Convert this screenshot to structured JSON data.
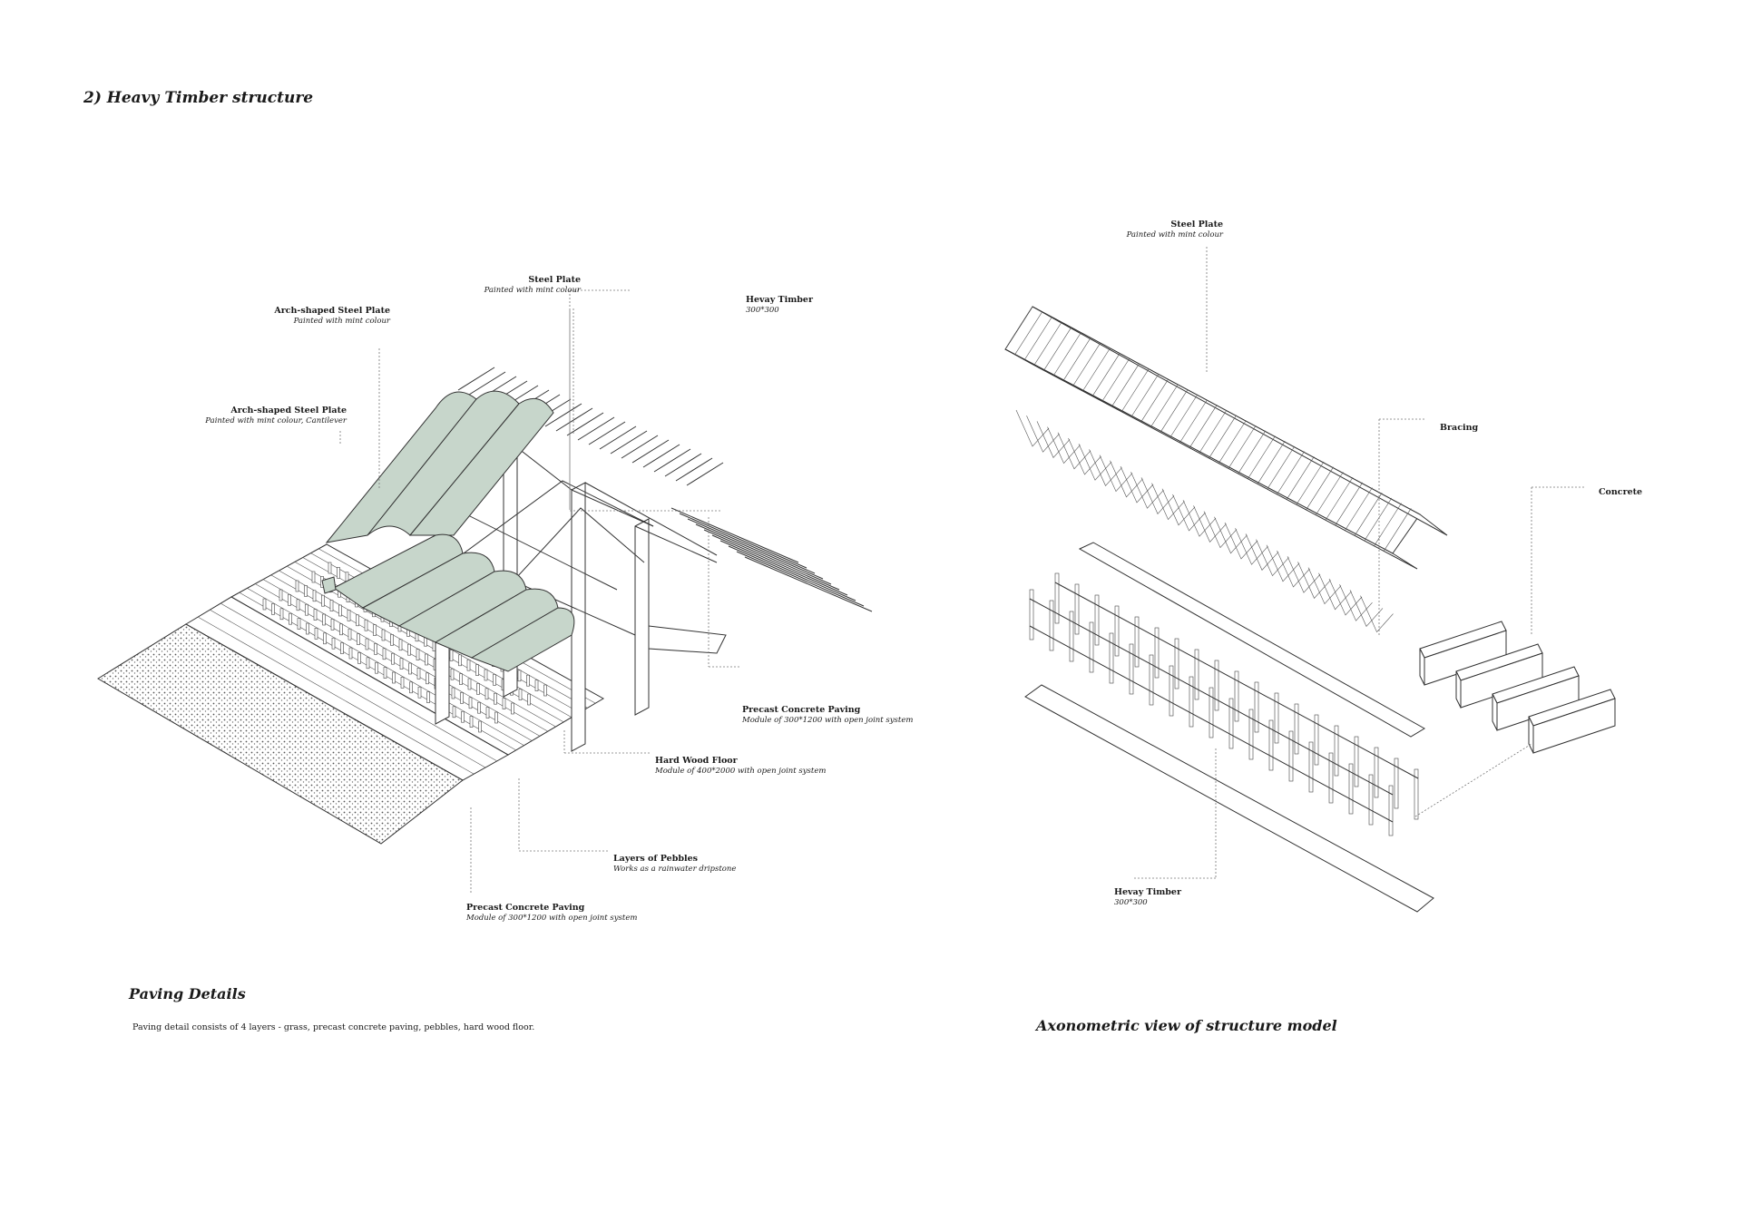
{
  "page": {
    "title": "2) Heavy Timber structure"
  },
  "left_diagram": {
    "labels": [
      {
        "title": "Steel Plate",
        "sub": "Painted with mint colour"
      },
      {
        "title": "Arch-shaped Steel Plate",
        "sub": "Painted with mint colour"
      },
      {
        "title": "Hevay Timber",
        "sub": "300*300"
      },
      {
        "title": "Arch-shaped Steel Plate",
        "sub": "Painted with mint colour, Cantilever"
      },
      {
        "title": "Precast Concrete Paving",
        "sub": "Module of 300*1200 with open joint system"
      },
      {
        "title": "Hard Wood Floor",
        "sub": "Module of 400*2000 with open joint system"
      },
      {
        "title": "Layers of Pebbles",
        "sub": "Works as a rainwater dripstone"
      },
      {
        "title": "Precast Concrete Paving",
        "sub": "Module of 300*1200 with open joint system"
      }
    ],
    "caption": "Paving Details",
    "description": "Paving detail consists of 4 layers - grass, precast concrete paving, pebbles, hard wood floor."
  },
  "right_diagram": {
    "labels": [
      {
        "title": "Steel Plate",
        "sub": "Painted with mint colour"
      },
      {
        "title": "Bracing",
        "sub": ""
      },
      {
        "title": "Concrete",
        "sub": ""
      },
      {
        "title": "Hevay Timber",
        "sub": "300*300"
      }
    ],
    "caption": "Axonometric view of structure model"
  },
  "colors": {
    "mint": "#c7d6cb",
    "line": "#333333"
  }
}
